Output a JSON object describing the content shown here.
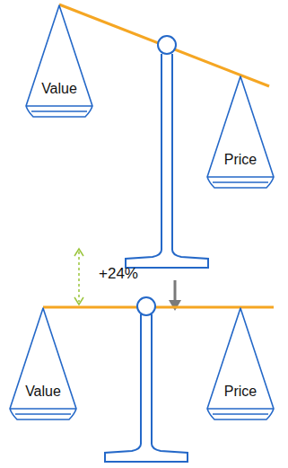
{
  "diagram": {
    "nodes": [
      {
        "text": [
          "Value"
        ]
      },
      {
        "text": [
          "Price"
        ]
      },
      {
        "text": [
          "Value"
        ]
      },
      {
        "text": [
          "Price"
        ]
      }
    ],
    "labels": [
      "+24%"
    ]
  }
}
